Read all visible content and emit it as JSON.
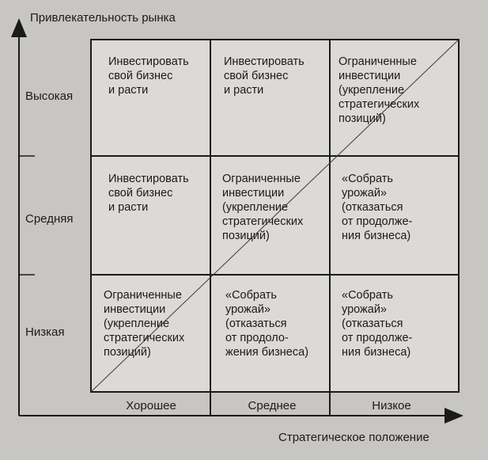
{
  "y_axis": {
    "title": "Привлекательность рынка",
    "levels": [
      "Высокая",
      "Средняя",
      "Низкая"
    ]
  },
  "x_axis": {
    "title": "Стратегическое положение",
    "levels": [
      "Хорошее",
      "Среднее",
      "Низкое"
    ]
  },
  "matrix": {
    "rows": [
      {
        "level": "Высокая",
        "cells": [
          "Инвестировать\nсвой бизнес\nи расти",
          "Инвестировать\nсвой бизнес\nи расти",
          "Ограниченные\nинвестиции\n(укрепление\nстратегических\nпозиций)"
        ]
      },
      {
        "level": "Средняя",
        "cells": [
          "Инвестировать\nсвой бизнес\nи расти",
          "Ограниченные\nинвестиции\n(укрепление\nстратегических\nпозиций)",
          "«Собрать\nурожай»\n(отказаться\nот продолже-\nния бизнеса)"
        ]
      },
      {
        "level": "Низкая",
        "cells": [
          "Ограниченные\nинвестиции\n(укрепление\nстратегических\nпозиций)",
          "«Собрать\nурожай»\n(отказаться\nот продоло-\nжения бизнеса)",
          "«Собрать\nурожай»\n(отказаться\nот продолже-\nния бизнеса)"
        ]
      }
    ]
  },
  "colors": {
    "background": "#c8c6c2",
    "grid_cells": "#dcdad6",
    "lines": "#1a1a1a"
  }
}
